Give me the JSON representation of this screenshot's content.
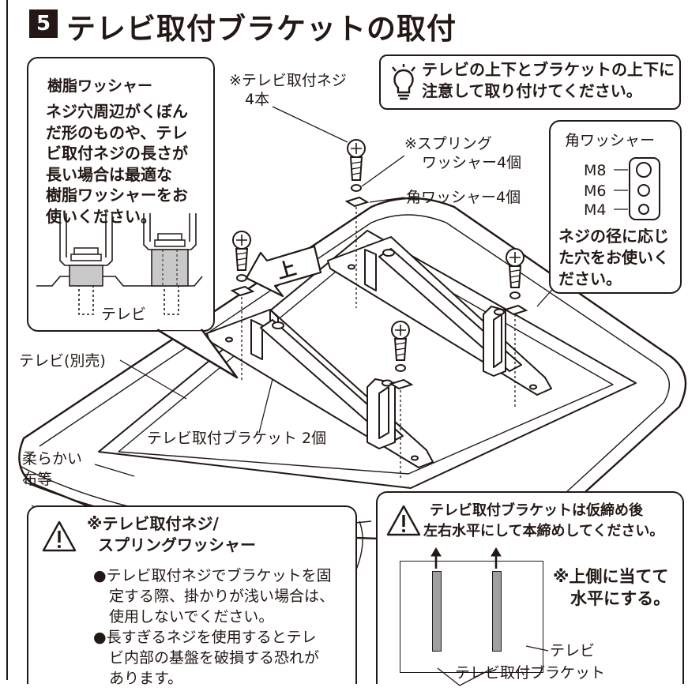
{
  "header": {
    "step_number": "5",
    "title": "テレビ取付ブラケットの取付"
  },
  "resin_washer_box": {
    "title": "樹脂ワッシャー",
    "lines": [
      "ネジ穴周辺がくぼん",
      "だ形のものや、テレ",
      "ビ取付ネジの長さが",
      "長い場合は最適な",
      "樹脂ワッシャーをお",
      "使いください。"
    ],
    "tv_label": "テレビ"
  },
  "orientation_note": {
    "icon": "lightbulb-icon",
    "lines": [
      "テレビの上下とブラケットの上下に",
      "注意して取り付けてください。"
    ]
  },
  "square_washer_box": {
    "title": "角ワッシャー",
    "sizes": [
      "M8",
      "M6",
      "M4"
    ],
    "note_lines": [
      "ネジの径に応じ",
      "た穴をお使いく",
      "ださい。"
    ]
  },
  "labels": {
    "screw": [
      "※テレビ取付ネジ",
      "4本"
    ],
    "spring_washer": [
      "※スプリング",
      "ワッシャー4個"
    ],
    "square_washer": "角ワッシャー4個",
    "up_mark": "上",
    "tv": "テレビ(別売)",
    "bracket": "テレビ取付ブラケット 2個",
    "cloth": [
      "柔らかい",
      "布等"
    ]
  },
  "warning_screw_box": {
    "icon": "warning-icon",
    "title_lines": [
      "※テレビ取付ネジ/",
      "スプリングワッシャー"
    ],
    "bullets": [
      [
        "●テレビ取付ネジでブラケットを固",
        "定する際、掛かりが浅い場合は、",
        "使用しないでください。"
      ],
      [
        "●長すぎるネジを使用するとテレ",
        "ビ内部の基盤を破損する恐れが",
        "あります。"
      ]
    ]
  },
  "warning_level_box": {
    "icon": "warning-icon",
    "lines": [
      "テレビ取付ブラケットは仮締め後",
      "左右水平にして本締めしてください。"
    ],
    "hint_lines": [
      "※上側に当てて",
      "水平にする。"
    ],
    "tv_label": "テレビ",
    "bracket_label": "テレビ取付ブラケット"
  }
}
